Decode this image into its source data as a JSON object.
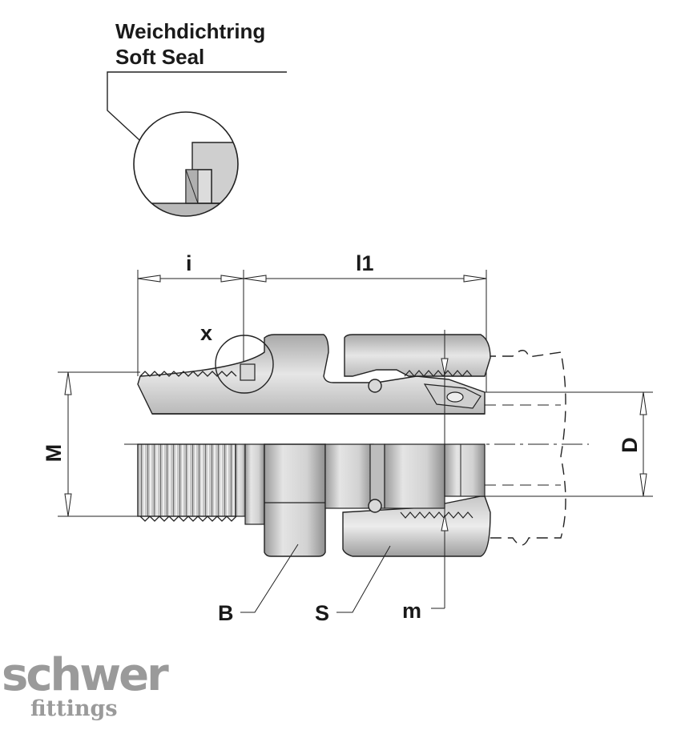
{
  "callout": {
    "line1": "Weichdichtring",
    "line2": "Soft Seal"
  },
  "dimensions": {
    "i": "i",
    "l1": "l1",
    "x": "x",
    "M": "M",
    "D": "D",
    "B": "B",
    "S": "S",
    "m": "m"
  },
  "logo": {
    "top": "schwer",
    "bottom": "fittings"
  },
  "colors": {
    "steel_light": "#d4d4d4",
    "steel_mid": "#b5b5b5",
    "steel_dark": "#8c8c8c",
    "outline": "#222222",
    "logo_grey": "#9a9a9a"
  }
}
